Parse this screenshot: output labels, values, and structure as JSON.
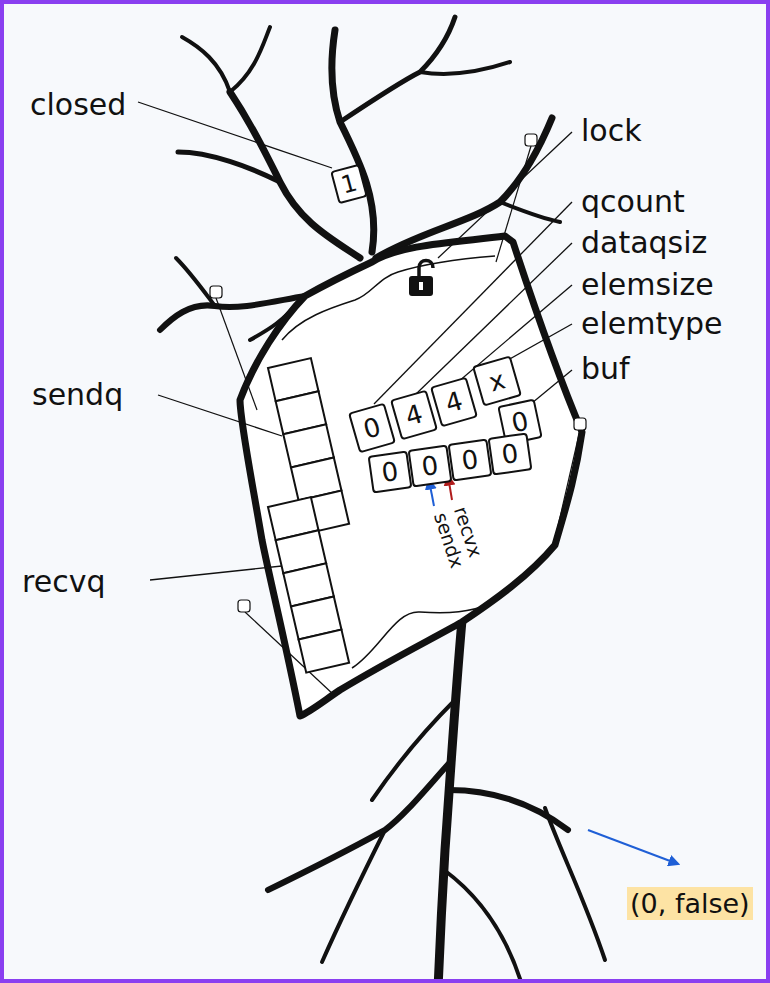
{
  "diagram": {
    "nodes": [
      {
        "text": [
          "1"
        ]
      },
      {
        "text": [
          "0"
        ]
      },
      {
        "text": [
          "4"
        ]
      },
      {
        "text": [
          "4"
        ]
      },
      {
        "text": [
          "x"
        ]
      },
      {
        "text": [
          "0"
        ]
      },
      {
        "text": [
          "0"
        ]
      },
      {
        "text": [
          "0"
        ]
      },
      {
        "text": [
          "0"
        ]
      },
      {
        "text": [
          "0"
        ]
      }
    ],
    "labels": [
      "closed",
      "lock",
      "qcount",
      "dataqsiz",
      "elemsize",
      "elemtype",
      "buf",
      "sendq",
      "recvq",
      "recvx",
      "sendx",
      "(0, false)"
    ]
  }
}
